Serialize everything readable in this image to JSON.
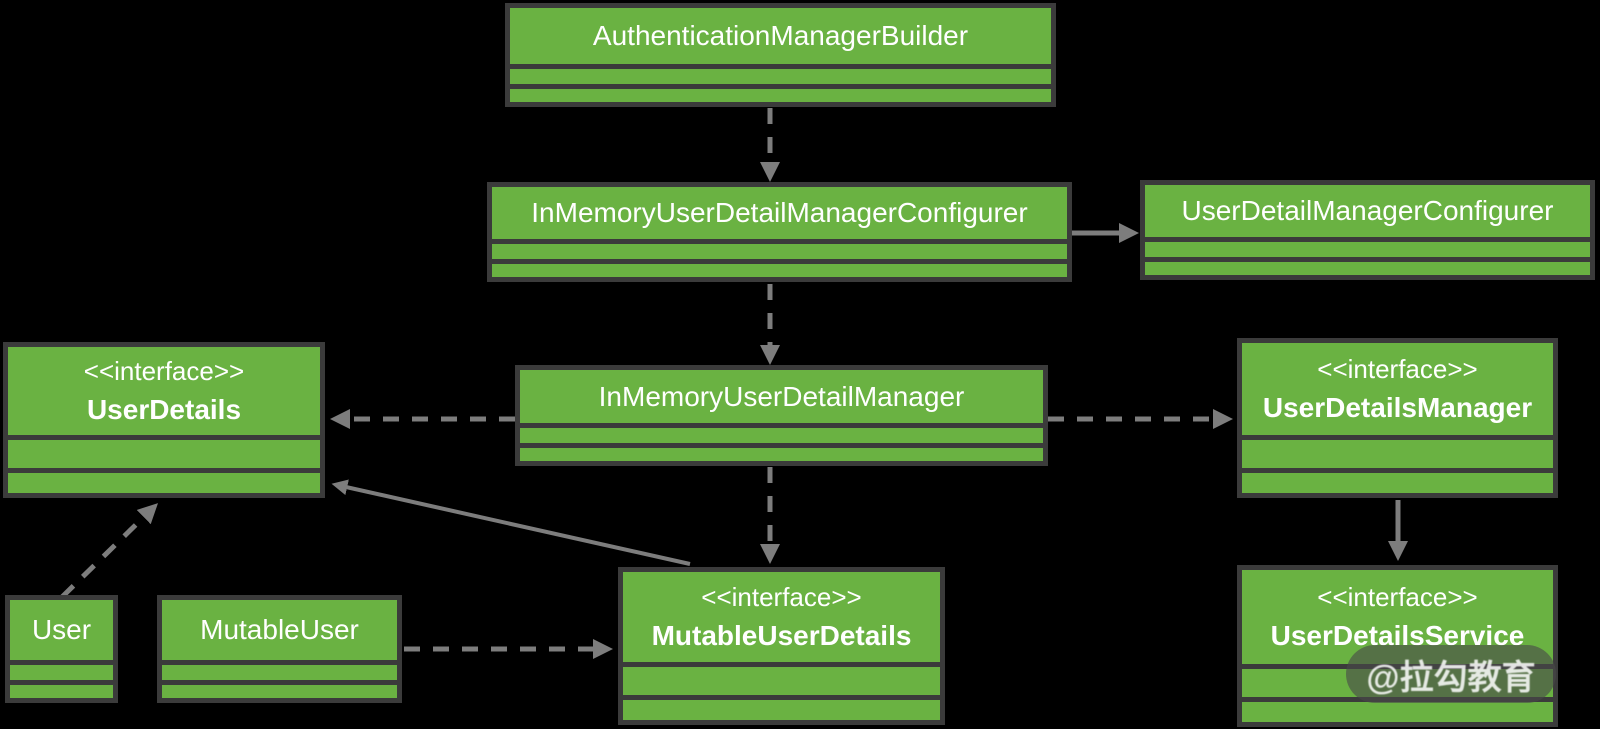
{
  "diagram": {
    "background_color": "#000000",
    "node_fill_color": "#6ab242",
    "node_border_color": "#3b3b3b",
    "arrow_color": "#7d7d7d",
    "text_color": "#ffffff",
    "nodes": [
      {
        "id": "authentication-manager-builder",
        "type": "class",
        "name": "AuthenticationManagerBuilder"
      },
      {
        "id": "in-memory-user-detail-manager-configurer",
        "type": "class",
        "name": "InMemoryUserDetailManagerConfigurer"
      },
      {
        "id": "user-detail-manager-configurer",
        "type": "class",
        "name": "UserDetailManagerConfigurer"
      },
      {
        "id": "user-details",
        "type": "interface",
        "stereotype": "<<interface>>",
        "name": "UserDetails"
      },
      {
        "id": "in-memory-user-detail-manager",
        "type": "class",
        "name": "InMemoryUserDetailManager"
      },
      {
        "id": "user-details-manager",
        "type": "interface",
        "stereotype": "<<interface>>",
        "name": "UserDetailsManager"
      },
      {
        "id": "user",
        "type": "class",
        "name": "User"
      },
      {
        "id": "mutable-user",
        "type": "class",
        "name": "MutableUser"
      },
      {
        "id": "mutable-user-details",
        "type": "interface",
        "stereotype": "<<interface>>",
        "name": "MutableUserDetails"
      },
      {
        "id": "user-details-service",
        "type": "interface",
        "stereotype": "<<interface>>",
        "name": "UserDetailsService"
      }
    ],
    "relationships": [
      {
        "from": "AuthenticationManagerBuilder",
        "to": "InMemoryUserDetailManagerConfigurer",
        "line": "dashed"
      },
      {
        "from": "InMemoryUserDetailManagerConfigurer",
        "to": "UserDetailManagerConfigurer",
        "line": "solid"
      },
      {
        "from": "InMemoryUserDetailManagerConfigurer",
        "to": "InMemoryUserDetailManager",
        "line": "dashed"
      },
      {
        "from": "InMemoryUserDetailManager",
        "to": "UserDetails",
        "line": "dashed"
      },
      {
        "from": "InMemoryUserDetailManager",
        "to": "UserDetailsManager",
        "line": "dashed"
      },
      {
        "from": "InMemoryUserDetailManager",
        "to": "MutableUserDetails",
        "line": "dashed"
      },
      {
        "from": "User",
        "to": "UserDetails",
        "line": "dashed"
      },
      {
        "from": "MutableUser",
        "to": "MutableUserDetails",
        "line": "dashed"
      },
      {
        "from": "MutableUserDetails",
        "to": "UserDetails",
        "line": "solid"
      },
      {
        "from": "UserDetailsManager",
        "to": "UserDetailsService",
        "line": "solid"
      }
    ]
  },
  "watermark": {
    "text": "@拉勾教育"
  }
}
